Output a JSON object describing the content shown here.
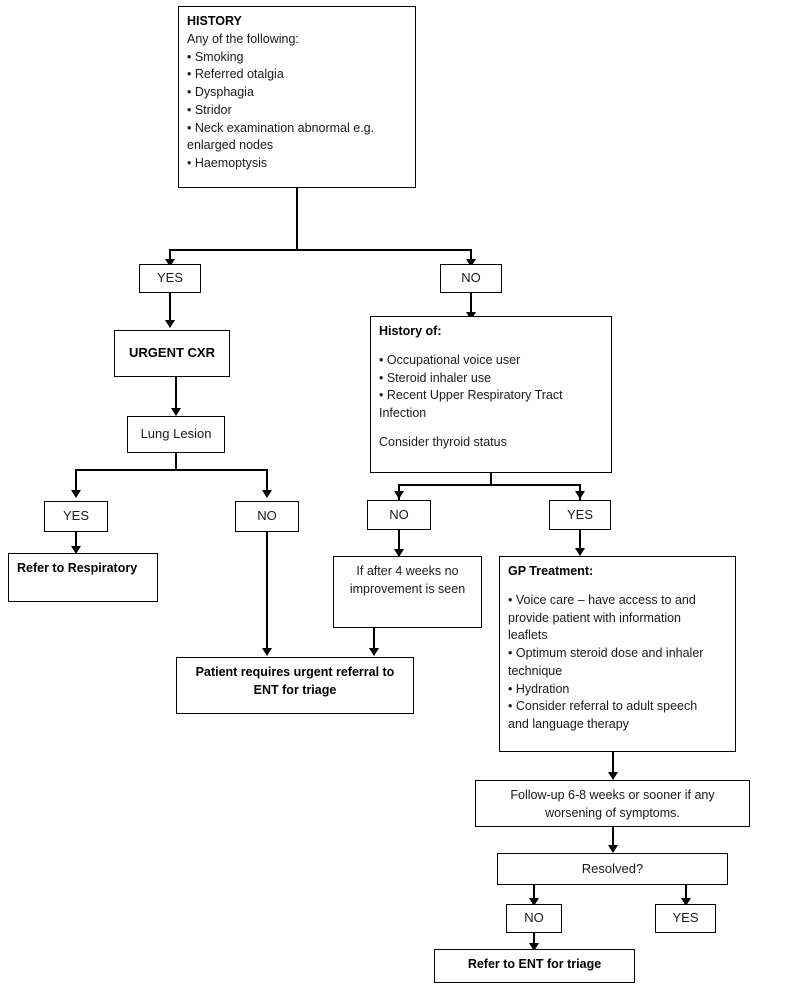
{
  "diagram": {
    "title": "Hoarseness / ENT referral clinical pathway flowchart",
    "accent_color": "#000000",
    "background_color": "#ffffff"
  },
  "nodes": {
    "history": {
      "heading": "HISTORY",
      "subheading": "Any of the following:",
      "items": [
        "• Smoking",
        "• Referred otalgia",
        "• Dysphagia",
        "• Stridor",
        "• Neck examination abnormal e.g.",
        "enlarged nodes",
        "• Haemoptysis"
      ]
    },
    "history_yes": {
      "label": "YES"
    },
    "history_no": {
      "label": "NO"
    },
    "urgent_cxr": {
      "label": "URGENT CXR"
    },
    "lung_lesion": {
      "label": "Lung Lesion"
    },
    "lung_yes": {
      "label": "YES"
    },
    "lung_no": {
      "label": "NO"
    },
    "refer_respiratory": {
      "label": "Refer to Respiratory"
    },
    "urgent_referral": {
      "line1": "Patient requires urgent referral to",
      "line2": "ENT for triage"
    },
    "history_of": {
      "heading": "History of:",
      "items": [
        "• Occupational voice user",
        "• Steroid inhaler use",
        "• Recent Upper Respiratory Tract",
        "Infection"
      ],
      "footer": "Consider thyroid status"
    },
    "history_of_no": {
      "label": "NO"
    },
    "history_of_yes": {
      "label": "YES"
    },
    "no_improvement": {
      "line1": "If after 4 weeks no",
      "line2": "improvement is seen"
    },
    "gp_treatment": {
      "heading": "GP Treatment:",
      "items": [
        "• Voice care – have access to and",
        "provide patient with information",
        "leaflets",
        "• Optimum steroid dose and inhaler",
        "technique",
        "• Hydration",
        "• Consider referral to adult speech",
        "and language therapy"
      ]
    },
    "follow_up": {
      "line1": "Follow-up 6-8 weeks or sooner if any",
      "line2": "worsening of symptoms."
    },
    "resolved": {
      "label": "Resolved?"
    },
    "resolved_no": {
      "label": "NO"
    },
    "resolved_yes": {
      "label": "YES"
    },
    "refer_ent": {
      "label": "Refer to ENT for triage"
    }
  }
}
